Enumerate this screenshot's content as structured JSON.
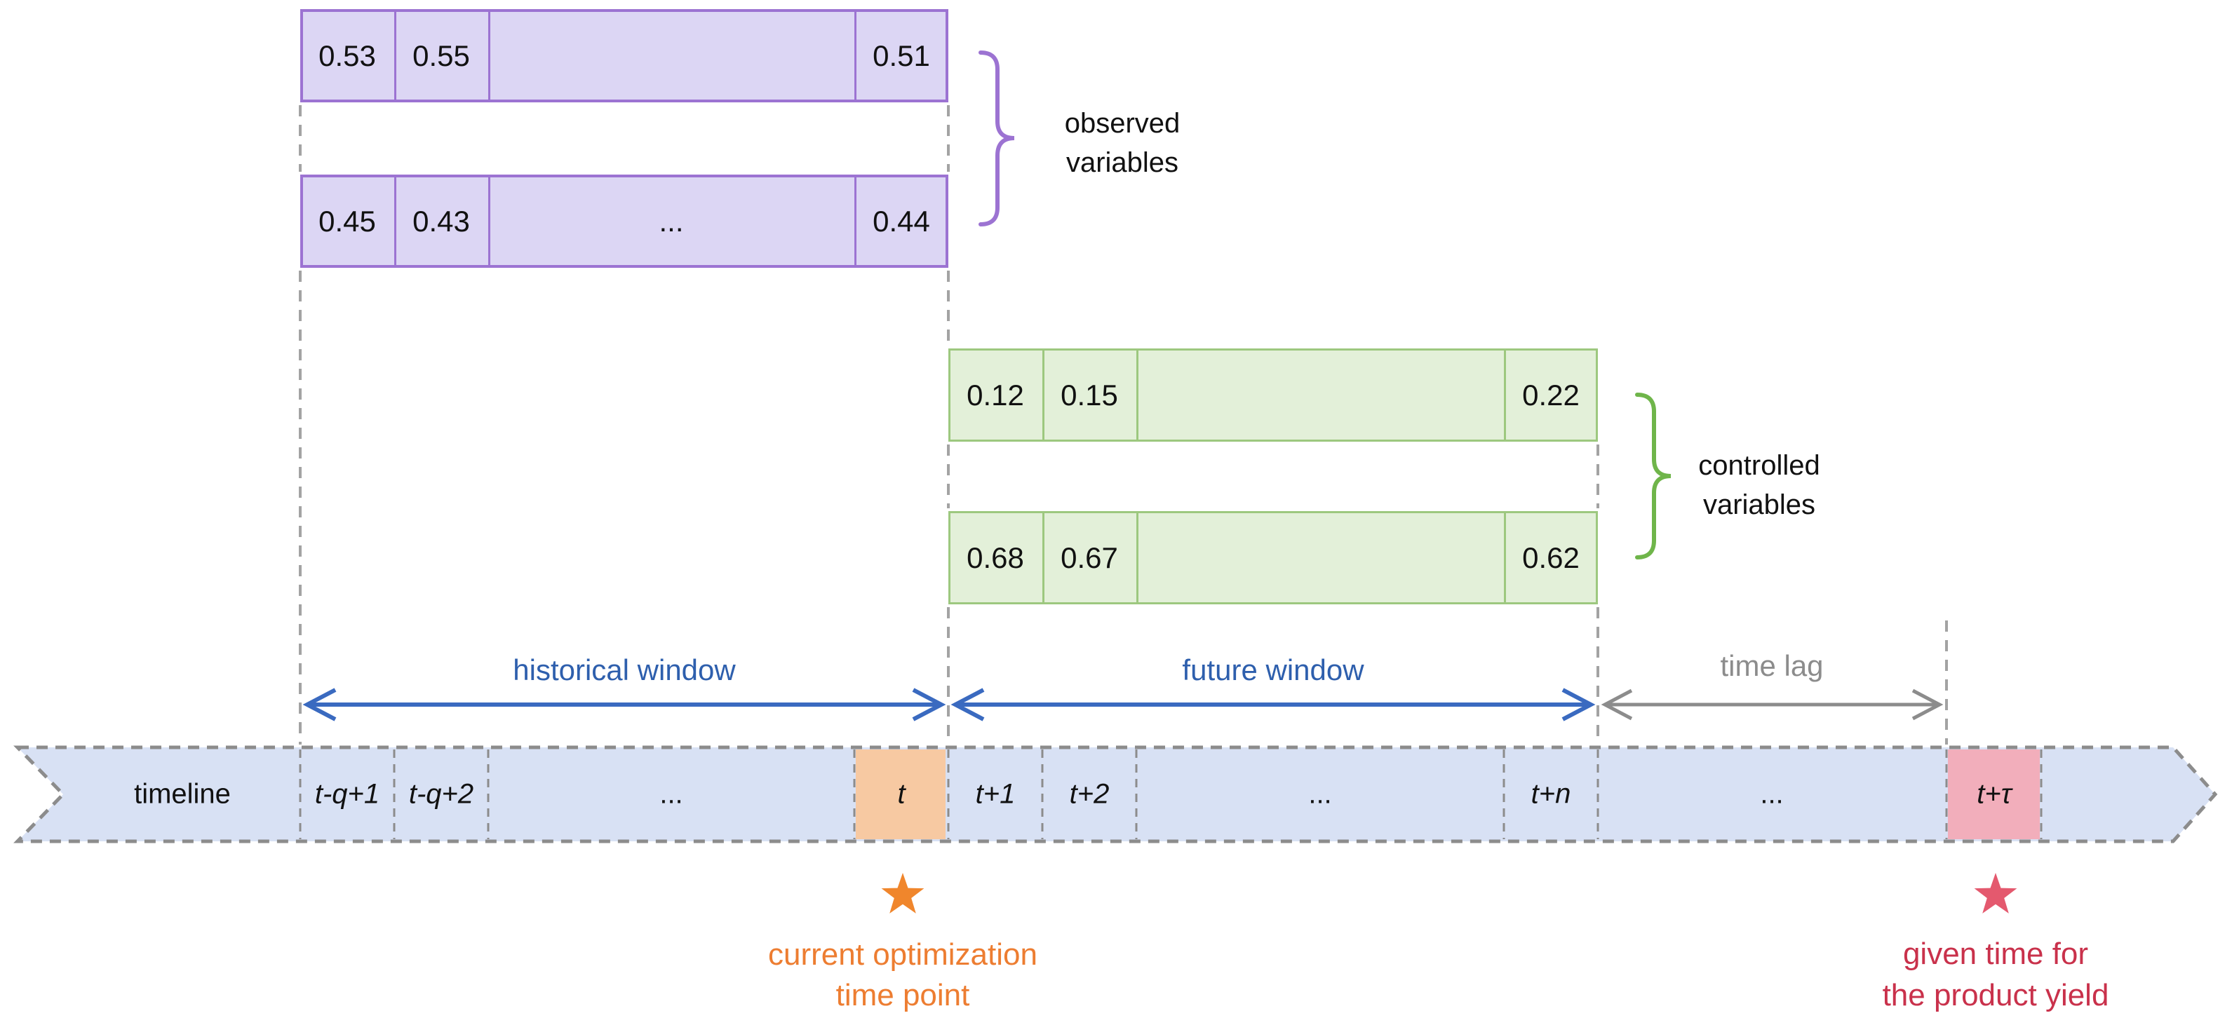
{
  "observed": {
    "label_line1": "observed",
    "label_line2": "variables",
    "rows": [
      [
        "0.53",
        "0.55",
        "",
        "0.51"
      ],
      [
        "0.45",
        "0.43",
        "...",
        "0.44"
      ]
    ]
  },
  "controlled": {
    "label_line1": "controlled",
    "label_line2": "variables",
    "rows": [
      [
        "0.12",
        "0.15",
        "",
        "0.22"
      ],
      [
        "0.68",
        "0.67",
        "",
        "0.62"
      ]
    ]
  },
  "windows": {
    "historical": "historical window",
    "future": "future window",
    "lag": "time lag"
  },
  "timeline": {
    "label": "timeline",
    "cells": [
      "t-q+1",
      "t-q+2",
      "...",
      "t",
      "t+1",
      "t+2",
      "...",
      "t+n",
      "...",
      "t+τ"
    ]
  },
  "captions": {
    "current_line1": "current optimization",
    "current_line2": "time point",
    "given_line1": "given time for",
    "given_line2": "the product yield"
  },
  "icons": {
    "current_star": "star-icon",
    "given_star": "star-icon"
  },
  "colors": {
    "purple_border": "#9c73d2",
    "purple_fill": "#dcd6f4",
    "green_border": "#9dc87f",
    "green_fill": "#e3f0d9",
    "band_fill": "#d8e1f4",
    "band_border": "#8c8c8c",
    "orange_cell": "#f7c9a2",
    "pink_cell": "#f2aebb",
    "blue_arrow": "#3a6ac0",
    "blue_text": "#2e5fad",
    "gray_arrow": "#8c8c8c",
    "orange_accent": "#ed7d31",
    "orange_star": "#f0862c",
    "red_star": "#e4596e",
    "red_text": "#c9314b"
  }
}
